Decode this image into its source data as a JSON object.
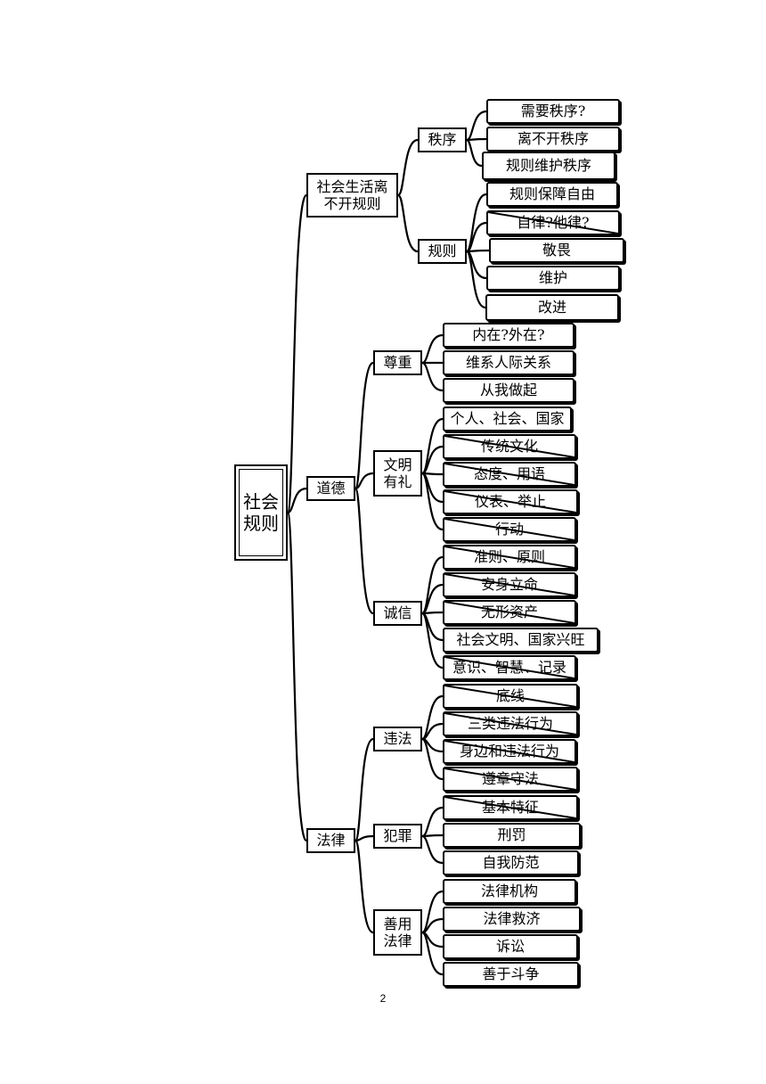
{
  "root": "社会\n规则",
  "branches": [
    {
      "label": "社会生活离\n不开规则",
      "children": [
        {
          "label": "秩序",
          "leaves": [
            {
              "text": "需要秩序?",
              "struck": false
            },
            {
              "text": "离不开秩序",
              "struck": false
            },
            {
              "text": "规则维护秩序",
              "struck": false
            }
          ]
        },
        {
          "label": "规则",
          "leaves": [
            {
              "text": "规则保障自由",
              "struck": false
            },
            {
              "text": "自律?他律?",
              "struck": true
            },
            {
              "text": "敬畏",
              "struck": false
            },
            {
              "text": "维护",
              "struck": false
            },
            {
              "text": "改进",
              "struck": false
            }
          ]
        }
      ]
    },
    {
      "label": "道德",
      "children": [
        {
          "label": "尊重",
          "leaves": [
            {
              "text": "内在?外在?",
              "struck": false
            },
            {
              "text": "维系人际关系",
              "struck": false
            },
            {
              "text": "从我做起",
              "struck": false
            }
          ]
        },
        {
          "label": "文明\n有礼",
          "leaves": [
            {
              "text": "个人、社会、国家",
              "struck": false
            },
            {
              "text": "传统文化",
              "struck": true
            },
            {
              "text": "态度、用语",
              "struck": true
            },
            {
              "text": "仪表、举止",
              "struck": true
            },
            {
              "text": "行动",
              "struck": true
            }
          ]
        },
        {
          "label": "诚信",
          "leaves": [
            {
              "text": "准则、原则",
              "struck": true
            },
            {
              "text": "安身立命",
              "struck": true
            },
            {
              "text": "无形资产",
              "struck": true
            },
            {
              "text": "社会文明、国家兴旺",
              "struck": false
            },
            {
              "text": "意识、智慧、记录",
              "struck": true
            }
          ]
        }
      ]
    },
    {
      "label": "法律",
      "children": [
        {
          "label": "违法",
          "leaves": [
            {
              "text": "底线",
              "struck": true
            },
            {
              "text": "三类违法行为",
              "struck": true
            },
            {
              "text": "身边和违法行为",
              "struck": true
            },
            {
              "text": "遵章守法",
              "struck": true
            }
          ]
        },
        {
          "label": "犯罪",
          "leaves": [
            {
              "text": "基本特征",
              "struck": true
            },
            {
              "text": "刑罚",
              "struck": false
            },
            {
              "text": "自我防范",
              "struck": false
            }
          ]
        },
        {
          "label": "善用\n法律",
          "leaves": [
            {
              "text": "法律机构",
              "struck": false
            },
            {
              "text": "法律救济",
              "struck": false
            },
            {
              "text": "诉讼",
              "struck": false
            },
            {
              "text": "善于斗争",
              "struck": false
            }
          ]
        }
      ]
    }
  ],
  "page_number": "2"
}
